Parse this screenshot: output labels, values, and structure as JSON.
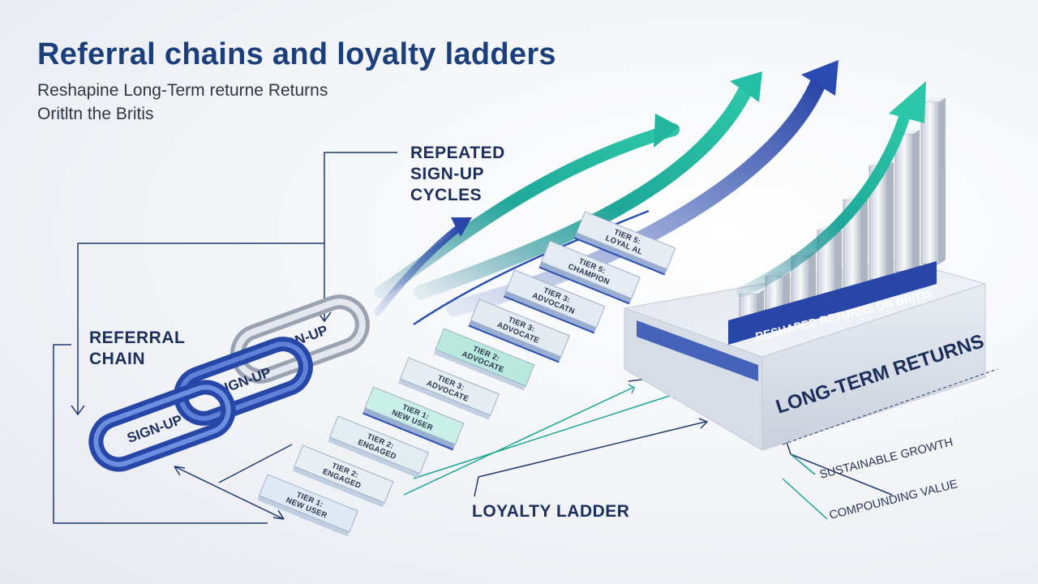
{
  "title": "Referral chains and loyalty ladders",
  "subtitle_line1": "Reshapine Long-Term returne Returns",
  "subtitle_line2": "Oritltn the Britis",
  "labels": {
    "repeated_line1": "REPEATED",
    "repeated_line2": "SIGN-UP",
    "repeated_line3": "CYCLES",
    "referral_line1": "REFERRAL",
    "referral_line2": "CHAIN",
    "loyalty": "LOYALTY LADDER"
  },
  "chain_links": [
    "SIGN-UP",
    "SIGN-UP",
    "SIGN-UP"
  ],
  "tiers": [
    {
      "line1": "TIER 1:",
      "line2": "NEW USER"
    },
    {
      "line1": "TIER 2:",
      "line2": "ENGAGED"
    },
    {
      "line1": "TIER 2:",
      "line2": "ENGAGED"
    },
    {
      "line1": "TIER 1:",
      "line2": "NEW USER"
    },
    {
      "line1": "TIER 3:",
      "line2": "ADVOCATE"
    },
    {
      "line1": "TIER 2:",
      "line2": "ADVOCATE"
    },
    {
      "line1": "TIER 3:",
      "line2": "ADVOCATE"
    },
    {
      "line1": "TIER 3:",
      "line2": "ADVOCATN"
    },
    {
      "line1": "TIER 5:",
      "line2": "CHAMPION"
    },
    {
      "line1": "TIER 5:",
      "line2": "LOYAL AL"
    }
  ],
  "returns": {
    "banner": "RESHAPED RETURNS ON BRITIS",
    "platform": "LONG-TERM RETURNS",
    "note1": "SUSTAINABLE GROWTH",
    "note2": "COMPOUNDING VALUE"
  },
  "colors": {
    "navy": "#1b3f7a",
    "blue": "#2c4fb0",
    "teal": "#1fae9a"
  }
}
